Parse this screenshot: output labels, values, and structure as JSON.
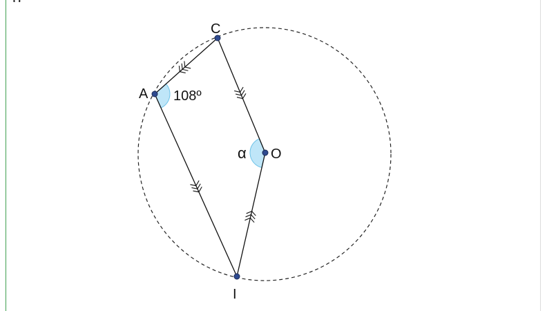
{
  "top_text_fragment": "p         ,",
  "colors": {
    "angle_fill": "#bfe6f8",
    "angle_stroke": "#6ec3e8",
    "point_fill": "#2e4a8f",
    "line": "#111111",
    "circle": "#222222",
    "left_rule": "#3f9f4f"
  },
  "points": {
    "C": {
      "label": "C"
    },
    "A": {
      "label": "A"
    },
    "O": {
      "label": "O"
    },
    "I": {
      "label": "I"
    }
  },
  "angles": {
    "A": {
      "label": "108º"
    },
    "O": {
      "label": "α"
    }
  },
  "tick_marks": {
    "AC": 3,
    "CO": 3,
    "AI": 3,
    "OI": 3
  },
  "circle": {
    "style": "dashed"
  }
}
